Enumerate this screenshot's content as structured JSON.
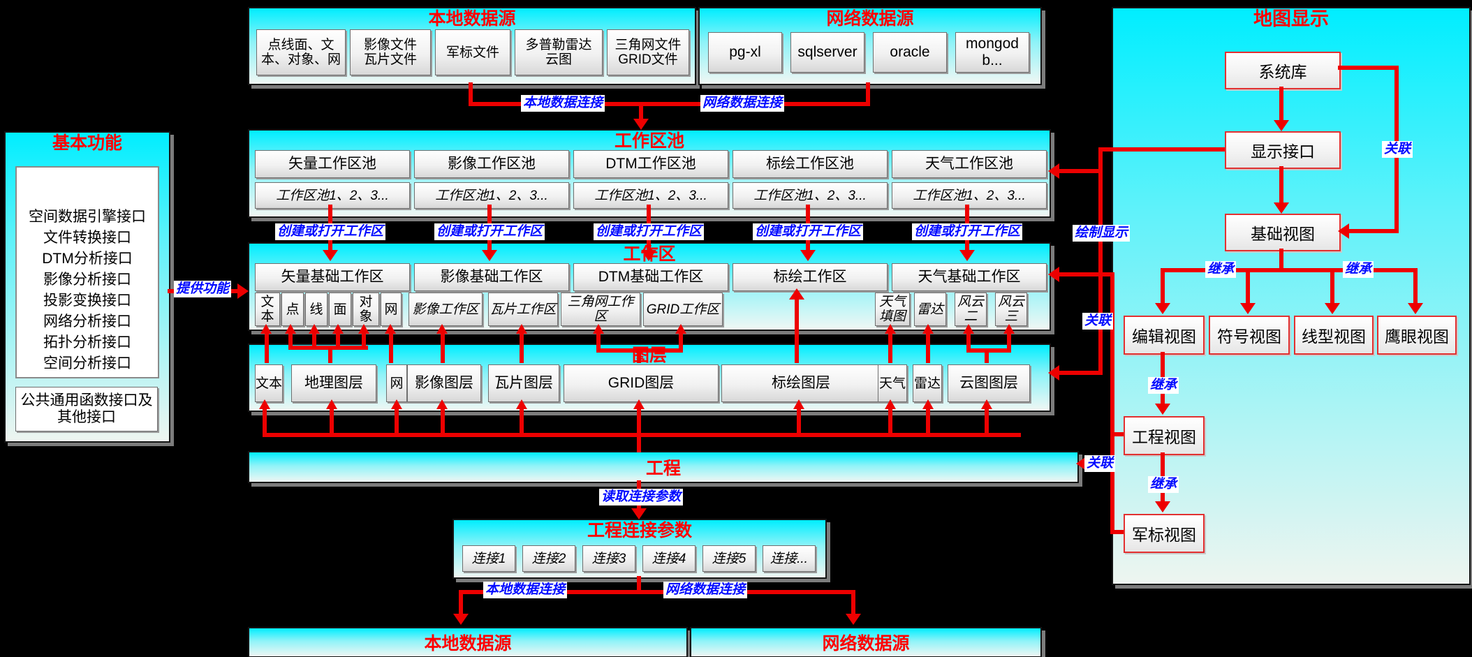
{
  "colors": {
    "background": "#000000",
    "accent_red": "#ed0000",
    "label_blue": "#0009ff",
    "panel_cyan": "#00eeff",
    "title_red": "#ff0000"
  },
  "local_source": {
    "title": "本地数据源",
    "items": [
      "点线面、文\n本、对象、网",
      "影像文件\n瓦片文件",
      "军标文件",
      "多普勒雷达\n云图",
      "三角网文件\nGRID文件"
    ]
  },
  "network_source": {
    "title": "网络数据源",
    "items": [
      "pg-xl",
      "sqlserver",
      "oracle",
      "mongodb..."
    ]
  },
  "basic_functions": {
    "title": "基本功能",
    "interfaces": [
      "空间数据引擎接口",
      "文件转换接口",
      "DTM分析接口",
      "影像分析接口",
      "投影变换接口",
      "网络分析接口",
      "拓扑分析接口",
      "空间分析接口",
      "………..."
    ],
    "common": "公共通用函数接口及\n其他接口"
  },
  "workspace_pool": {
    "title": "工作区池",
    "pools": [
      "矢量工作区池",
      "影像工作区池",
      "DTM工作区池",
      "标绘工作区池",
      "天气工作区池"
    ],
    "pool_instances": [
      "工作区池1、2、3...",
      "工作区池1、2、3...",
      "工作区池1、2、3...",
      "工作区池1、2、3...",
      "工作区池1、2、3..."
    ]
  },
  "workspace": {
    "title": "工作区",
    "areas": [
      "矢量基础工作区",
      "影像基础工作区",
      "DTM基础工作区",
      "标绘工作区",
      "天气基础工作区"
    ],
    "subs": [
      "文本",
      "点",
      "线",
      "面",
      "对象",
      "网",
      "影像工作区",
      "瓦片工作区",
      "三角网工作区",
      "GRID工作区",
      "天气填图",
      "雷达",
      "风云二",
      "风云三"
    ]
  },
  "layers": {
    "title": "图层",
    "items": [
      "文本",
      "地理图层",
      "网",
      "影像图层",
      "瓦片图层",
      "GRID图层",
      "标绘图层",
      "天气",
      "雷达",
      "云图图层"
    ]
  },
  "project": {
    "title": "工程"
  },
  "project_params": {
    "title": "工程连接参数",
    "items": [
      "连接1",
      "连接2",
      "连接3",
      "连接4",
      "连接5",
      "连接..."
    ]
  },
  "bottom_sources": {
    "local": "本地数据源",
    "network": "网络数据源"
  },
  "map_display": {
    "title": "地图显示",
    "system_lib": "系统库",
    "display_interface": "显示接口",
    "base_view": "基础视图",
    "edit_view": "编辑视图",
    "symbol_view": "符号视图",
    "linetype_view": "线型视图",
    "eagle_eye_view": "鹰眼视图",
    "project_view": "工程视图",
    "military_view": "军标视图"
  },
  "connectors": {
    "local_conn_top": "本地数据连接",
    "net_conn_top": "网络数据连接",
    "create_open": [
      "创建或打开工作区",
      "创建或打开工作区",
      "创建或打开工作区",
      "创建或打开工作区",
      "创建或打开工作区"
    ],
    "provide_function": "提供功能",
    "draw_display": "绘制显示",
    "assoc": [
      "关联",
      "关联",
      "关联"
    ],
    "inherit": [
      "继承",
      "继承",
      "继承",
      "继承"
    ],
    "read_conn_params": "读取连接参数",
    "local_conn_bottom": "本地数据连接",
    "net_conn_bottom": "网络数据连接"
  }
}
